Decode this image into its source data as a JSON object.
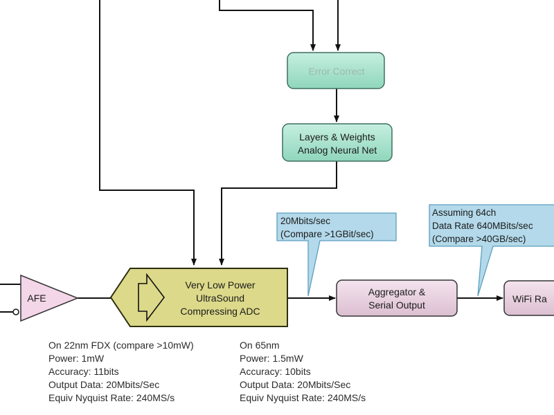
{
  "blocks": {
    "error_correct": "Error Correct",
    "neural_net": [
      "Layers & Weights",
      "Analog Neural Net"
    ],
    "afe": "AFE",
    "adc": [
      "Very Low Power",
      "UltraSound",
      "Compressing ADC"
    ],
    "aggregator": [
      "Aggregator &",
      "Serial Output"
    ],
    "wifi": "WiFi Ra"
  },
  "callouts": {
    "left": [
      "20Mbits/sec",
      "(Compare >1GBit/sec)"
    ],
    "right": [
      "Assuming 64ch",
      "Data Rate 640MBits/sec",
      "(Compare >40GB/sec)"
    ]
  },
  "notes": {
    "fdx22": [
      "On 22nm FDX (compare >10mW)",
      "Power: 1mW",
      "Accuracy: 11bits",
      "Output Data: 20Mbits/Sec",
      "Equiv Nyquist Rate: 240MS/s"
    ],
    "nm65": [
      "On 65nm",
      "Power: 1.5mW",
      "Accuracy: 10bits",
      "Output Data: 20Mbits/Sec",
      "Equiv Nyquist Rate: 240MS/s"
    ]
  },
  "colors": {
    "teal_fill": "#a9e3cf",
    "teal_border": "#3f6f5d",
    "adc_fill": "#dcd98a",
    "adc_border": "#2e2e10",
    "afe_fill": "#f3d6e8",
    "pink_fill": "#ead2e0",
    "callout_fill": "#b3d9ea",
    "callout_border": "#5d9fbf"
  }
}
